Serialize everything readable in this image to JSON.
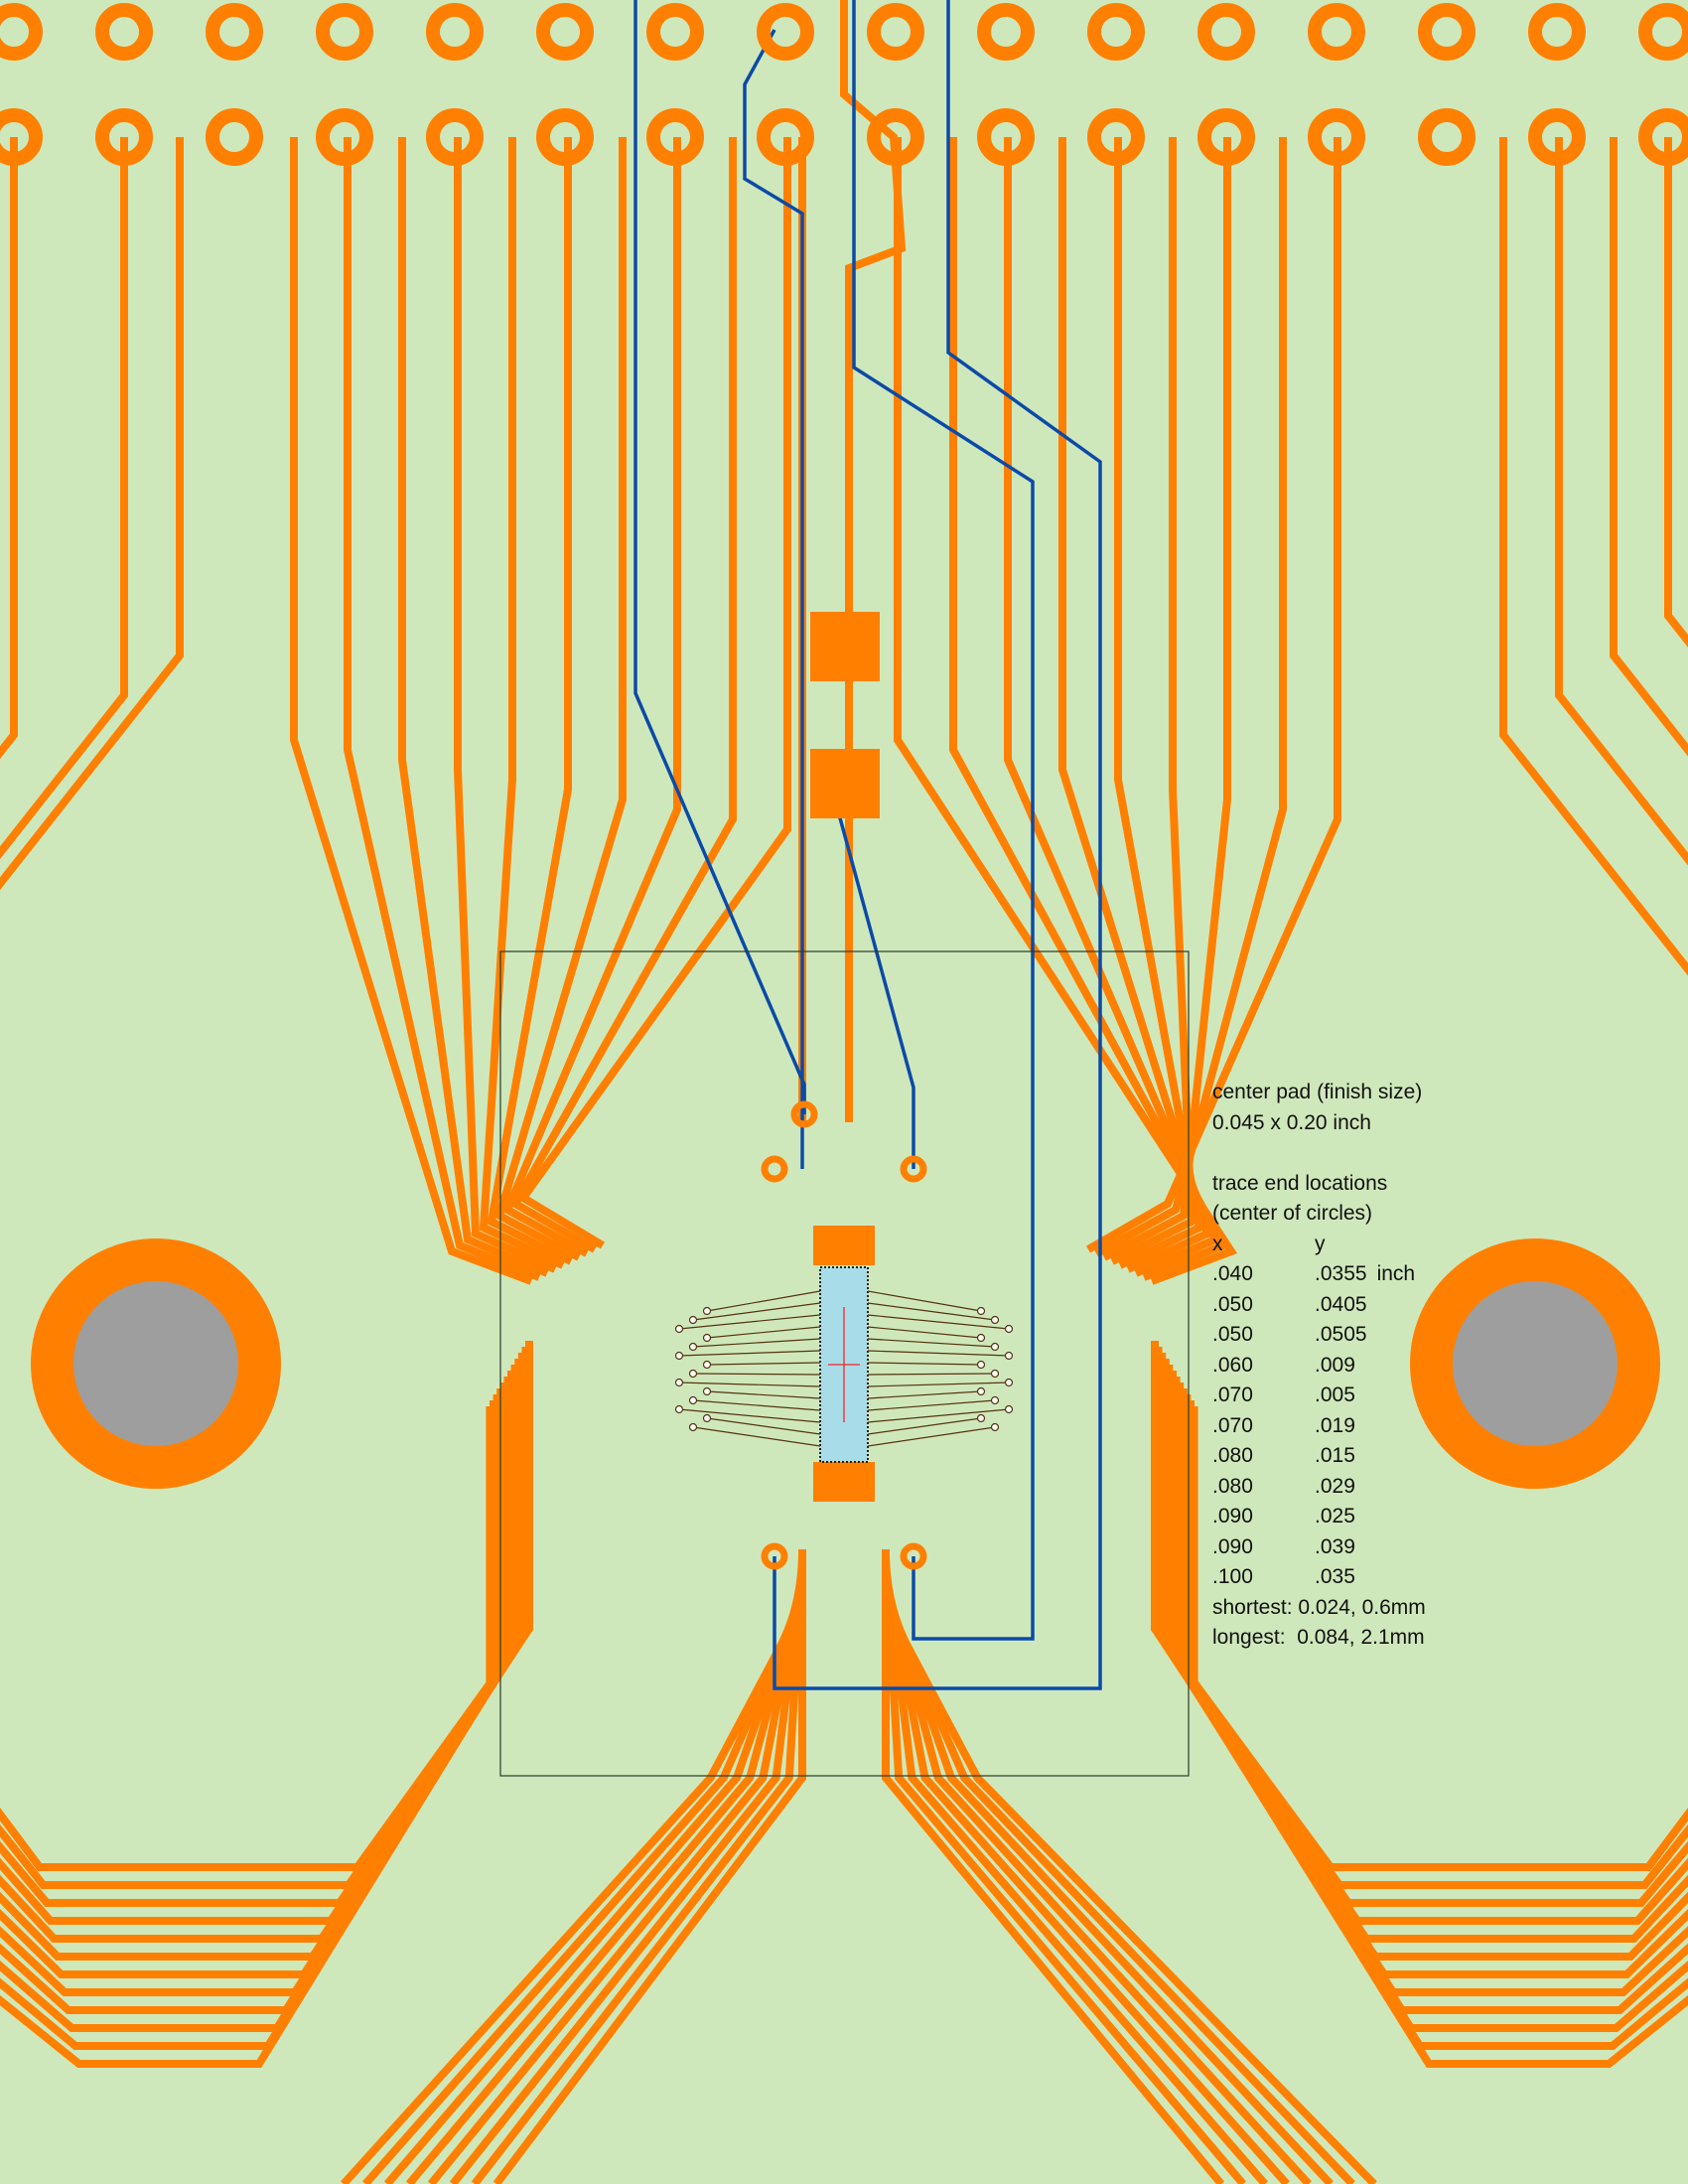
{
  "notes": {
    "pad_title": "center pad (finish size)",
    "pad_size": "0.045 x 0.20 inch",
    "trace_title": "trace end locations",
    "trace_sub": "(center of circles)",
    "col_x": "x",
    "col_y": "y",
    "unit": "inch",
    "rows": [
      {
        "x": ".040",
        "y": ".0355"
      },
      {
        "x": ".050",
        "y": ".0405"
      },
      {
        "x": ".050",
        "y": ".0505"
      },
      {
        "x": ".060",
        "y": ".009"
      },
      {
        "x": ".070",
        "y": ".005"
      },
      {
        "x": ".070",
        "y": ".019"
      },
      {
        "x": ".080",
        "y": ".015"
      },
      {
        "x": ".080",
        "y": ".029"
      },
      {
        "x": ".090",
        "y": ".025"
      },
      {
        "x": ".090",
        "y": ".039"
      },
      {
        "x": ".100",
        "y": ".035"
      }
    ],
    "shortest": "shortest: 0.024, 0.6mm",
    "longest": "longest:  0.084, 2.1mm"
  },
  "colors": {
    "background": "#cfe8bb",
    "copper": "#ff8000",
    "via_trace": "#0b4aa8",
    "mount_hole": "#9e9e9e",
    "center_pad": "#a8dce8"
  },
  "header_pins": {
    "rows": 2,
    "columns": 16
  }
}
